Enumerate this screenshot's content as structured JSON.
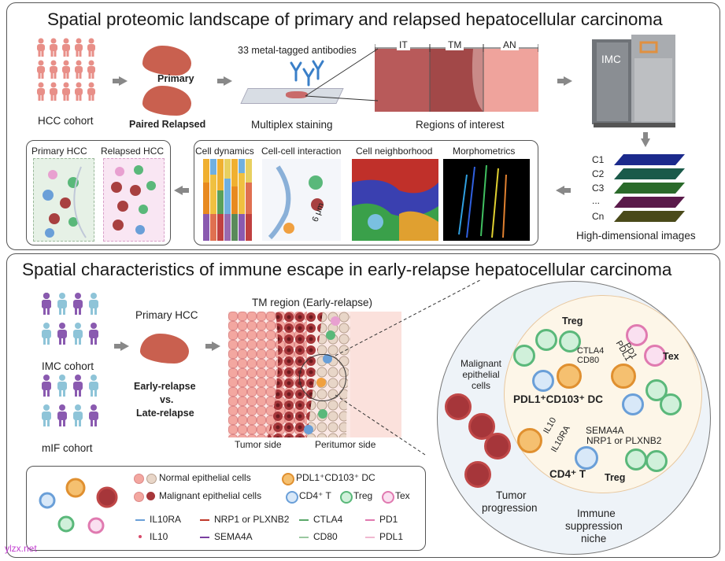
{
  "top": {
    "title": "Spatial proteomic landscape of primary and relapsed hepatocellular carcinoma",
    "hcc_cohort": "HCC cohort",
    "primary": "Primary",
    "paired_relapsed": "Paired Relapsed",
    "antibodies": "33 metal-tagged antibodies",
    "multiplex": "Multiplex staining",
    "regions_label": "Regions of interest",
    "region_it": "IT",
    "region_tm": "TM",
    "region_an": "AN",
    "imc": "IMC",
    "channels": [
      "C1",
      "C2",
      "C3",
      "...",
      "Cn"
    ],
    "high_dim": "High-dimensional images",
    "primary_hcc": "Primary HCC",
    "relapsed_hcc": "Relapsed HCC",
    "analysis": [
      "Cell dynamics",
      "Cell-cell interaction",
      "Cell neighborhood",
      "Morphometrics"
    ],
    "distance": "6 μm"
  },
  "bottom": {
    "title": "Spatial characteristics of immune escape in early-relapse hepatocellular carcinoma",
    "imc_cohort": "IMC cohort",
    "mif_cohort": "mIF cohort",
    "primary_hcc": "Primary HCC",
    "early_relapse": "Early-relapse",
    "vs": "vs.",
    "late_relapse": "Late-relapse",
    "tm_region": "TM region (Early-relapse)",
    "tumor_side": "Tumor side",
    "peritumor_side": "Peritumor side",
    "malignant_epithelial": "Malignant epithelial cells",
    "treg1": "Treg",
    "tex": "Tex",
    "ctla4_cd80": [
      "CTLA4",
      "CD80"
    ],
    "pd1_pdl1": [
      "PD1",
      "PDL1"
    ],
    "dc_label": "PDL1⁺CD103⁺ DC",
    "il10": "IL10",
    "il10ra": "IL10RA",
    "sema4a": "SEMA4A",
    "nrp1": "NRP1 or PLXNB2",
    "cd4t": "CD4⁺ T",
    "treg2": "Treg",
    "tumor_progression": [
      "Tumor",
      "progression"
    ],
    "immune_suppression": [
      "Immune",
      "suppression",
      "niche"
    ]
  },
  "legend": {
    "normal_cells": "Normal epithelial cells",
    "malignant_cells": "Malignant epithelial cells",
    "dc": "PDL1⁺CD103⁺ DC",
    "cd4t": "CD4⁺ T",
    "treg": "Treg",
    "tex": "Tex",
    "items": [
      {
        "label": "IL10RA",
        "color": "#6a9fd8"
      },
      {
        "label": "IL10",
        "color": "#d84a6a"
      },
      {
        "label": "NRP1 or PLXNB2",
        "color": "#c0392b"
      },
      {
        "label": "SEMA4A",
        "color": "#7a3fa0"
      },
      {
        "label": "CTLA4",
        "color": "#5aa86a"
      },
      {
        "label": "CD80",
        "color": "#9ac8a0"
      },
      {
        "label": "PD1",
        "color": "#e07ab0"
      },
      {
        "label": "PDL1",
        "color": "#f0b8d0"
      }
    ]
  },
  "watermark": "ylzx.net"
}
